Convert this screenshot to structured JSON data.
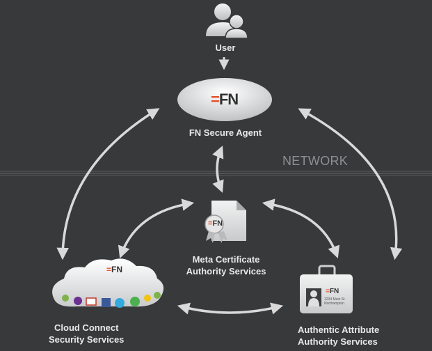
{
  "nodes": {
    "user": {
      "label": "User"
    },
    "agent": {
      "label": "FN Secure Agent",
      "logo": "FN"
    },
    "meta_cert": {
      "line1": "Meta Certificate",
      "line2": "Authority Services",
      "logo": "FN"
    },
    "cloud": {
      "line1": "Cloud Connect",
      "line2": "Security Services",
      "logo": "FN"
    },
    "attribute": {
      "line1": "Authentic Attribute",
      "line2": "Authority Services",
      "logo": "FN",
      "card_text": "1234 Main St Northampton"
    }
  },
  "network_label": "NETWORK",
  "colors": {
    "background": "#37393b",
    "arrow": "#d9d9d9",
    "accent": "#e8502a",
    "network_text": "#8c8f92",
    "label_text": "#e8e8e8"
  },
  "cloud_icons": [
    "hotmail-icon",
    "yahoo-icon",
    "gmail-icon",
    "facebook-icon",
    "twitter-icon",
    "maps-icon",
    "idea-icon",
    "aol-icon"
  ]
}
